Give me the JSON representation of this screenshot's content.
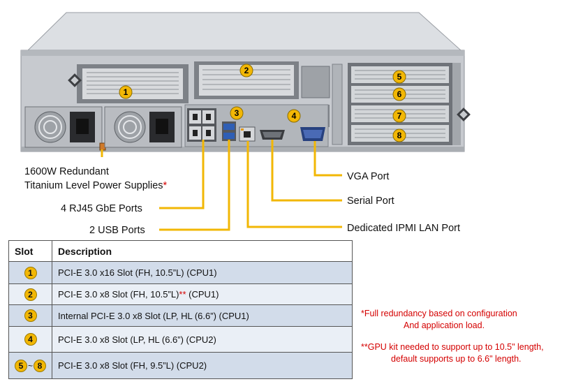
{
  "callouts": {
    "psu_line1": "1600W Redundant",
    "psu_line2": "Titanium  Level Power Supplies",
    "psu_mark": "*",
    "rj45": "4 RJ45 GbE Ports",
    "usb": "2 USB Ports",
    "vga": "VGA Port",
    "serial": "Serial Port",
    "ipmi": "Dedicated IPMI  LAN Port"
  },
  "slot_markers": [
    "1",
    "2",
    "3",
    "4",
    "5",
    "6",
    "7",
    "8"
  ],
  "table": {
    "headers": [
      "Slot",
      "Description"
    ],
    "rows": [
      {
        "slot": "1",
        "description": "PCI-E 3.0 x16 Slot (FH, 10.5”L) (CPU1)"
      },
      {
        "slot": "2",
        "description": "PCI-E 3.0 x8 Slot (FH, 10.5”L)",
        "mark": "**",
        "suffix": " (CPU1)"
      },
      {
        "slot": "3",
        "description": "Internal PCI-E 3.0 x8 Slot (LP, HL (6.6”) (CPU1)"
      },
      {
        "slot": "4",
        "description": "PCI-E 3.0 x8 Slot (LP, HL (6.6”) (CPU2)"
      },
      {
        "slot_from": "5",
        "slot_sep": "~",
        "slot_to": "8",
        "description": "PCI-E 3.0 x8 Slot (FH, 9.5”L) (CPU2)"
      }
    ]
  },
  "notes": {
    "note1_line1": "*Full redundancy based on configuration",
    "note1_line2": "And application load.",
    "note2_line1": "**GPU kit needed to support up to 10.5\" length,",
    "note2_line2": "default supports up to 6.6\" length."
  },
  "colors": {
    "marker": "#f2b705",
    "leader": "#f2b705",
    "note_red": "#d40000",
    "chassis": "#c9ccd0",
    "table_odd": "#d2dcea",
    "table_even": "#eaeff6"
  }
}
